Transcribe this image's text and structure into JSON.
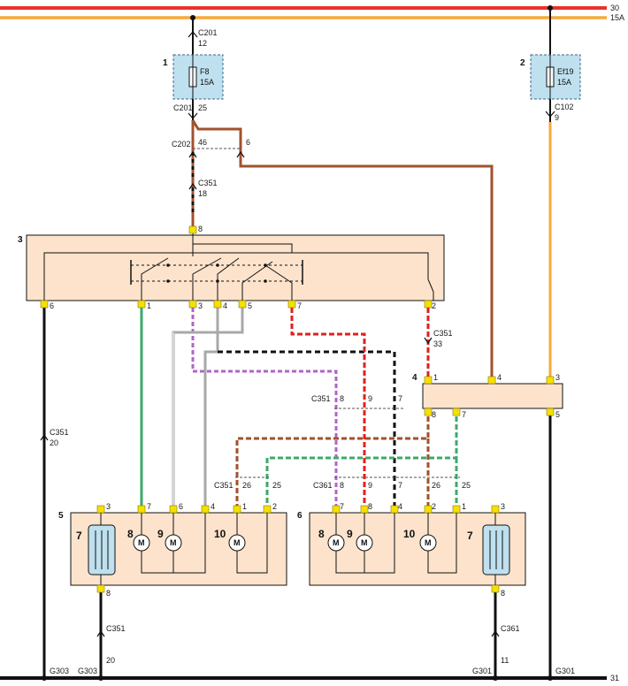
{
  "rails": {
    "r30": "30",
    "r15a": "15A",
    "r31": "31"
  },
  "colors": {
    "red_rail": "#e8332a",
    "orange_rail": "#f6a93b",
    "brown": "#a0522d",
    "green": "#3daa6b",
    "grey": "#a8a8a8",
    "purple": "#b064c8",
    "red": "#e02020",
    "black": "#111111",
    "box_fill": "#fde3cc",
    "fuse_fill": "#bfe0ee",
    "pin": "#f5e000"
  },
  "components": {
    "c1": "1",
    "c2": "2",
    "c3": "3",
    "c4": "4",
    "c5": "5",
    "c6": "6",
    "c7a": "7",
    "c7b": "7",
    "c8a": "8",
    "c9a": "9",
    "c10a": "10",
    "c8b": "8",
    "c9b": "9",
    "c10b": "10"
  },
  "fuses": {
    "f8_name": "F8",
    "f8_rating": "15A",
    "ef19_name": "Ef19",
    "ef19_rating": "15A"
  },
  "connectors": {
    "c201_top": "C201",
    "c201_top_pin": "12",
    "c201_bot": "C201",
    "c201_bot_pin": "25",
    "c202": "C202",
    "c202_pin_a": "46",
    "c202_pin_b": "6",
    "c351_18": "C351",
    "c351_18_pin": "18",
    "c102": "C102",
    "c102_pin": "9",
    "c351_33": "C351",
    "c351_33_pin": "33",
    "c351_mid": "C351",
    "c351_mid_pins": [
      "8",
      "9",
      "7"
    ],
    "c351_left": "C351",
    "c351_left_pins": [
      "26",
      "25"
    ],
    "c361_mid": "C361",
    "c361_mid_pins": [
      "8",
      "9",
      "7",
      "26",
      "25"
    ],
    "c351_20": "C351",
    "c351_20_pin": "20",
    "c351_bottom": "C351",
    "c351_bottom_pin": "20",
    "c361_bottom": "C361",
    "c361_bottom_pin": "11"
  },
  "switch_pins": [
    "8",
    "6",
    "1",
    "3",
    "4",
    "5",
    "7",
    "2"
  ],
  "module4_pins": [
    "1",
    "4",
    "3",
    "8",
    "7",
    "5"
  ],
  "door5_pins": [
    "3",
    "7",
    "6",
    "4",
    "1",
    "2",
    "8"
  ],
  "door6_pins": [
    "7",
    "8",
    "4",
    "2",
    "1",
    "3",
    "8"
  ],
  "motor_symbol": "M",
  "grounds": {
    "g303_a": "G303",
    "g303_b": "G303",
    "g301_a": "G301",
    "g301_b": "G301"
  }
}
